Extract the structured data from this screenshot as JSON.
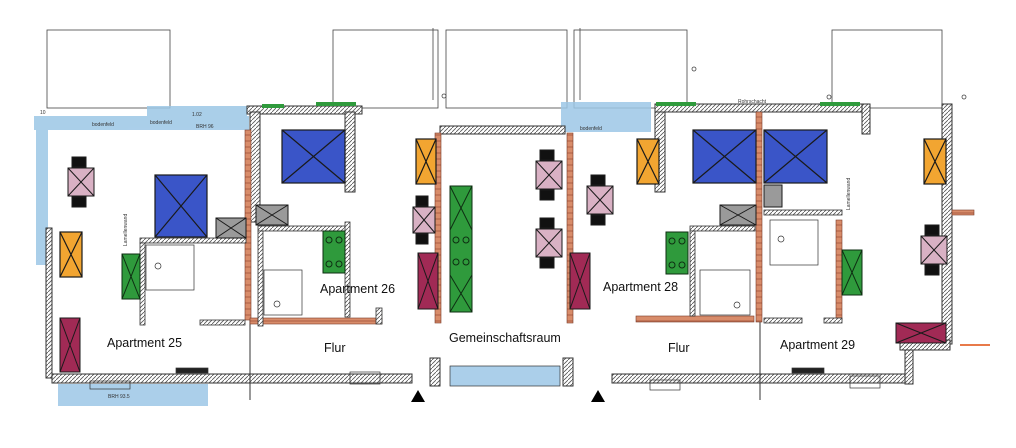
{
  "rooms": {
    "apt25": "Apartment 25",
    "apt26": "Apartment 26",
    "apt28": "Apartment 28",
    "apt29": "Apartment 29",
    "flur_left": "Flur",
    "flur_right": "Flur",
    "common": "Gemeinschaftsraum"
  },
  "small_labels": {
    "bodenfeld_1": "bodenfeld",
    "bodenfeld_2": "bodenfeld",
    "bodenfeld_3": "bodenfeld",
    "brh_top": "BRH 96",
    "brh_bottom": "BRH 93.5",
    "dim_102": "1.02",
    "dim_10": "10",
    "lamellenwand_1": "Lamellenwand",
    "lamellenwand_2": "Lamellenwand",
    "rohrschacht": "Rohrschacht"
  },
  "colors": {
    "wall": "#333333",
    "brick": "#d88c6a",
    "blue_block": "#3a55c8",
    "pink_block": "#d9b1c4",
    "green_block": "#2f9a3c",
    "orange_block": "#f2a531",
    "maroon_block": "#a12a55",
    "gray_block": "#9a9a9a",
    "water": "#9cc7e6"
  },
  "icons": {
    "entrance_arrow": "triangle-up"
  }
}
